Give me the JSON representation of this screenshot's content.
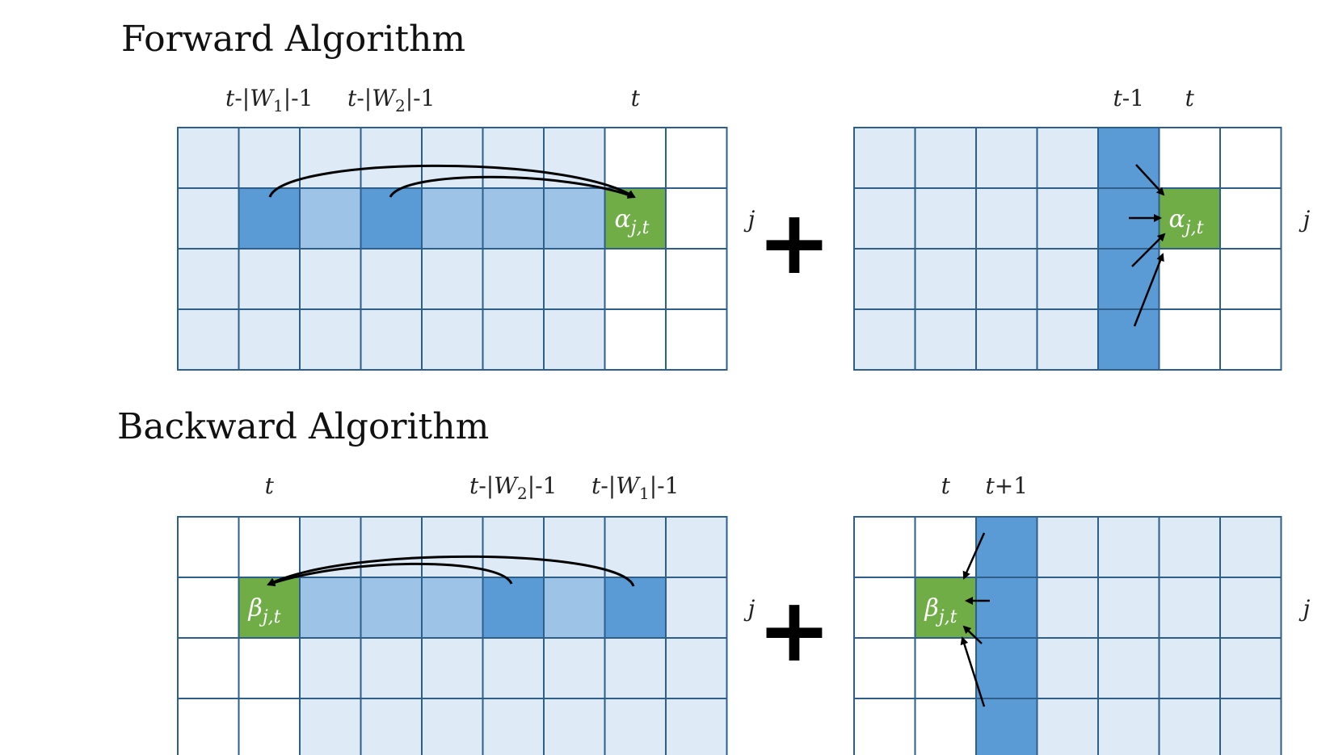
{
  "colors": {
    "empty": "#ffffff",
    "light": "#deeaf6",
    "medium": "#9dc3e6",
    "dark": "#5b9bd5",
    "green": "#70ad47",
    "grid": "#2e5f8a",
    "arrow": "#000000"
  },
  "forward": {
    "title": "Forward Algorithm",
    "left": {
      "col_labels": [
        {
          "col": 1,
          "var": "t",
          "pre": "-|",
          "name": "W",
          "sub": "1",
          "post": "|-1"
        },
        {
          "col": 3,
          "var": "t",
          "pre": "-|",
          "name": "W",
          "sub": "2",
          "post": "|-1"
        },
        {
          "col": 7,
          "var": "t",
          "pre": "",
          "name": "",
          "sub": "",
          "post": ""
        }
      ],
      "row_label": "j",
      "cells": [
        [
          "light",
          "light",
          "light",
          "light",
          "light",
          "light",
          "light",
          "empty",
          "empty"
        ],
        [
          "light",
          "dark",
          "medium",
          "dark",
          "medium",
          "medium",
          "medium",
          "green",
          "empty"
        ],
        [
          "light",
          "light",
          "light",
          "light",
          "light",
          "light",
          "light",
          "empty",
          "empty"
        ],
        [
          "light",
          "light",
          "light",
          "light",
          "light",
          "light",
          "light",
          "empty",
          "empty"
        ]
      ],
      "cell_label": {
        "row": 1,
        "col": 7,
        "greek": "α",
        "sub": "j,t"
      }
    },
    "plus": "+",
    "right": {
      "col_labels": [
        {
          "col": 4,
          "var": "t",
          "pre": "",
          "name": "",
          "sub": "",
          "post": "-1"
        },
        {
          "col": 5,
          "var": "t",
          "pre": "",
          "name": "",
          "sub": "",
          "post": ""
        }
      ],
      "row_label": "j",
      "cells": [
        [
          "light",
          "light",
          "light",
          "light",
          "dark",
          "empty",
          "empty"
        ],
        [
          "light",
          "light",
          "light",
          "light",
          "dark",
          "green",
          "empty"
        ],
        [
          "light",
          "light",
          "light",
          "light",
          "dark",
          "empty",
          "empty"
        ],
        [
          "light",
          "light",
          "light",
          "light",
          "dark",
          "empty",
          "empty"
        ]
      ],
      "cell_label": {
        "row": 1,
        "col": 5,
        "greek": "α",
        "sub": "j,t"
      }
    }
  },
  "backward": {
    "title": "Backward Algorithm",
    "left": {
      "col_labels": [
        {
          "col": 1,
          "var": "t",
          "pre": "",
          "name": "",
          "sub": "",
          "post": ""
        },
        {
          "col": 5,
          "var": "t",
          "pre": "-|",
          "name": "W",
          "sub": "2",
          "post": "|-1"
        },
        {
          "col": 7,
          "var": "t",
          "pre": "-|",
          "name": "W",
          "sub": "1",
          "post": "|-1"
        }
      ],
      "row_label": "j",
      "cells": [
        [
          "empty",
          "empty",
          "light",
          "light",
          "light",
          "light",
          "light",
          "light",
          "light"
        ],
        [
          "empty",
          "green",
          "medium",
          "medium",
          "medium",
          "dark",
          "medium",
          "dark",
          "light"
        ],
        [
          "empty",
          "empty",
          "light",
          "light",
          "light",
          "light",
          "light",
          "light",
          "light"
        ],
        [
          "empty",
          "empty",
          "light",
          "light",
          "light",
          "light",
          "light",
          "light",
          "light"
        ]
      ],
      "cell_label": {
        "row": 1,
        "col": 1,
        "greek": "β",
        "sub": "j,t"
      }
    },
    "plus": "+",
    "right": {
      "col_labels": [
        {
          "col": 1,
          "var": "t",
          "pre": "",
          "name": "",
          "sub": "",
          "post": ""
        },
        {
          "col": 2,
          "var": "t",
          "pre": "",
          "name": "",
          "sub": "",
          "post": "+1"
        }
      ],
      "row_label": "j",
      "cells": [
        [
          "empty",
          "empty",
          "dark",
          "light",
          "light",
          "light",
          "light"
        ],
        [
          "empty",
          "green",
          "dark",
          "light",
          "light",
          "light",
          "light"
        ],
        [
          "empty",
          "empty",
          "dark",
          "light",
          "light",
          "light",
          "light"
        ],
        [
          "empty",
          "empty",
          "dark",
          "light",
          "light",
          "light",
          "light"
        ]
      ],
      "cell_label": {
        "row": 1,
        "col": 1,
        "greek": "β",
        "sub": "j,t"
      }
    }
  }
}
